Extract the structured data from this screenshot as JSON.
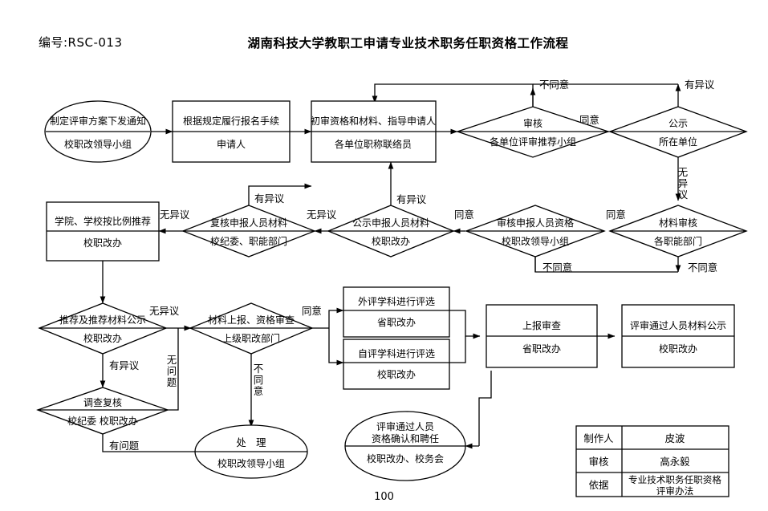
{
  "header": {
    "doc_number": "编号:RSC-013",
    "title": "湖南科技大学教职工申请专业技术职务任职资格工作流程",
    "page_number": "100"
  },
  "nodes": {
    "n1": {
      "shape": "ellipse",
      "top": "制定评审方案下发通知",
      "bottom": "校职改领导小组"
    },
    "n2": {
      "shape": "box",
      "top": "根据规定履行报名手续",
      "bottom": "申请人"
    },
    "n3": {
      "shape": "box",
      "top": "初审资格和材料、指导申请人",
      "bottom": "各单位职称联络员"
    },
    "n4": {
      "shape": "diamond",
      "top": "审核",
      "bottom": "各单位评审推荐小组"
    },
    "n5": {
      "shape": "diamond",
      "top": "公示",
      "bottom": "所在单位"
    },
    "n6": {
      "shape": "box",
      "top": "学院、学校按比例推荐",
      "bottom": "校职改办"
    },
    "n7": {
      "shape": "diamond",
      "top": "复核申报人员材料",
      "bottom": "校纪委、职能部门"
    },
    "n8": {
      "shape": "diamond",
      "top": "公示申报人员材料",
      "bottom": "校职改办"
    },
    "n9": {
      "shape": "diamond",
      "top": "审核申报人员资格",
      "bottom": "校职改领导小组"
    },
    "n10": {
      "shape": "diamond",
      "top": "材料审核",
      "bottom": "各职能部门"
    },
    "n11": {
      "shape": "diamond",
      "top": "推荐及推荐材料公示",
      "bottom": "校职改办"
    },
    "n12": {
      "shape": "diamond",
      "top": "材料上报、资格审查",
      "bottom": "上级职改部门"
    },
    "n13": {
      "shape": "box",
      "top": "外评学科进行评选",
      "bottom": "省职改办"
    },
    "n14": {
      "shape": "box",
      "top": "自评学科进行评选",
      "bottom": "校职改办"
    },
    "n15": {
      "shape": "box",
      "top": "上报审查",
      "bottom": "省职改办"
    },
    "n16": {
      "shape": "box",
      "top": "评审通过人员材料公示",
      "bottom": "校职改办"
    },
    "n17": {
      "shape": "diamond",
      "top": "调查复核",
      "bottom": "校纪委 校职改办"
    },
    "n18": {
      "shape": "ellipse",
      "top": "处　理",
      "bottom": "校职改领导小组"
    },
    "n19": {
      "shape": "ellipse",
      "top1": "评审通过人员",
      "top2": "资格确认和聘任",
      "bottom": "校职改办、校务会"
    }
  },
  "edge_labels": {
    "e1": "不同意",
    "e2": "同意",
    "e3": "有异议",
    "e4": "无异议",
    "e5": "有异议",
    "e6": "有异议",
    "e7": "无异议",
    "e8": "同意",
    "e9": "同意",
    "e10": "不同意",
    "e11": "不同意",
    "e12": "无异议",
    "e13": "有异议",
    "e14": "无问题",
    "e15": "同意",
    "e16": "不同意",
    "e17": "有问题",
    "e18": "无异议"
  },
  "info_table": {
    "rows": [
      {
        "label": "制作人",
        "value": "皮波"
      },
      {
        "label": "审核",
        "value": "高永毅"
      },
      {
        "label": "依据",
        "value_line1": "专业技术职务任职资格",
        "value_line2": "评审办法"
      }
    ]
  },
  "colors": {
    "stroke": "#000000",
    "background": "#ffffff"
  }
}
